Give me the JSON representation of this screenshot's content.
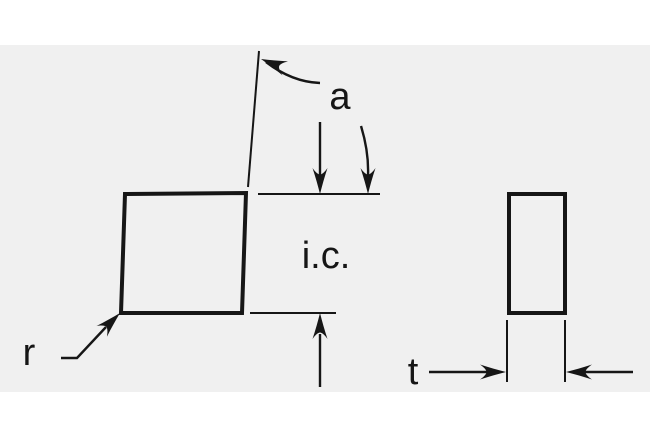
{
  "figure": {
    "labels": {
      "angle": "a",
      "inscribed_circle": "i.c.",
      "corner_radius": "r",
      "thickness": "t"
    },
    "colors": {
      "page_background": "#ffffff",
      "panel_background": "#f0f0f0",
      "line": "#161616"
    }
  }
}
